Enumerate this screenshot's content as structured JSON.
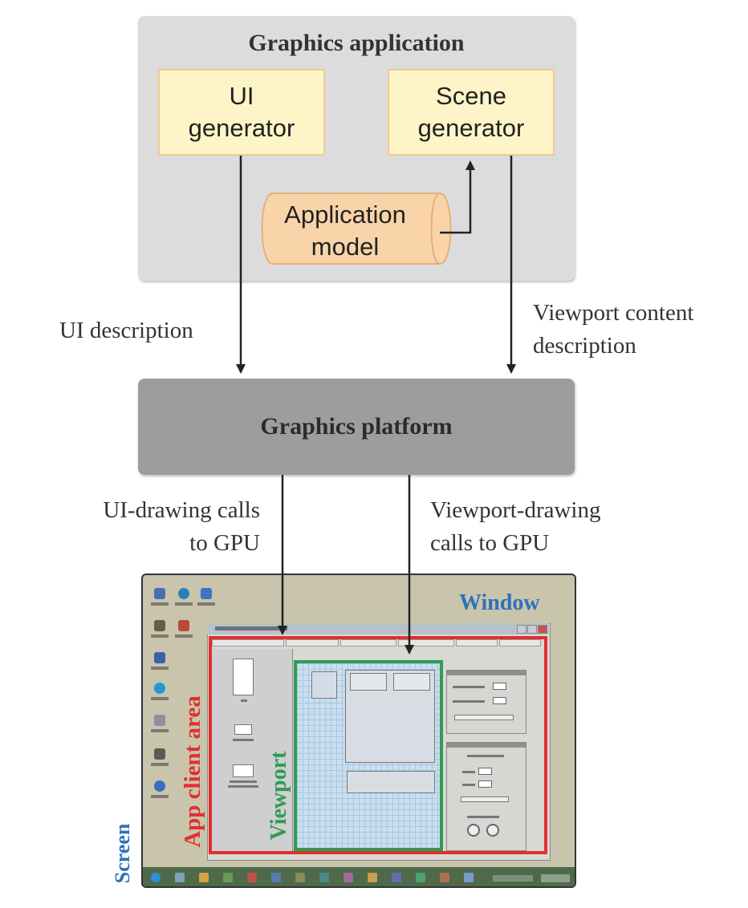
{
  "graphics_application": {
    "title": "Graphics application",
    "ui_generator": [
      "UI",
      "generator"
    ],
    "scene_generator": [
      "Scene",
      "generator"
    ],
    "application_model": [
      "Application",
      "model"
    ]
  },
  "labels": {
    "ui_description": "UI description",
    "viewport_content_description": [
      "Viewport content",
      "description"
    ],
    "ui_drawing_calls": [
      "UI-drawing calls",
      "to GPU"
    ],
    "viewport_drawing_calls": [
      "Viewport-drawing",
      "calls to GPU"
    ]
  },
  "graphics_platform": {
    "title": "Graphics platform"
  },
  "screenshot": {
    "window_label": "Window",
    "app_client_area_label": "App client area",
    "viewport_label": "Viewport",
    "screen_label": "Screen"
  },
  "colors": {
    "app_box": "#dcdcdd",
    "platform_box": "#9d9d9f",
    "generator_fill": "#fdf5c7",
    "generator_border": "#f0c98f",
    "model_fill": "#f9d4a9",
    "window_blue": "#2f72b9",
    "client_area_red": "#e03030",
    "viewport_green": "#2f9c52"
  }
}
